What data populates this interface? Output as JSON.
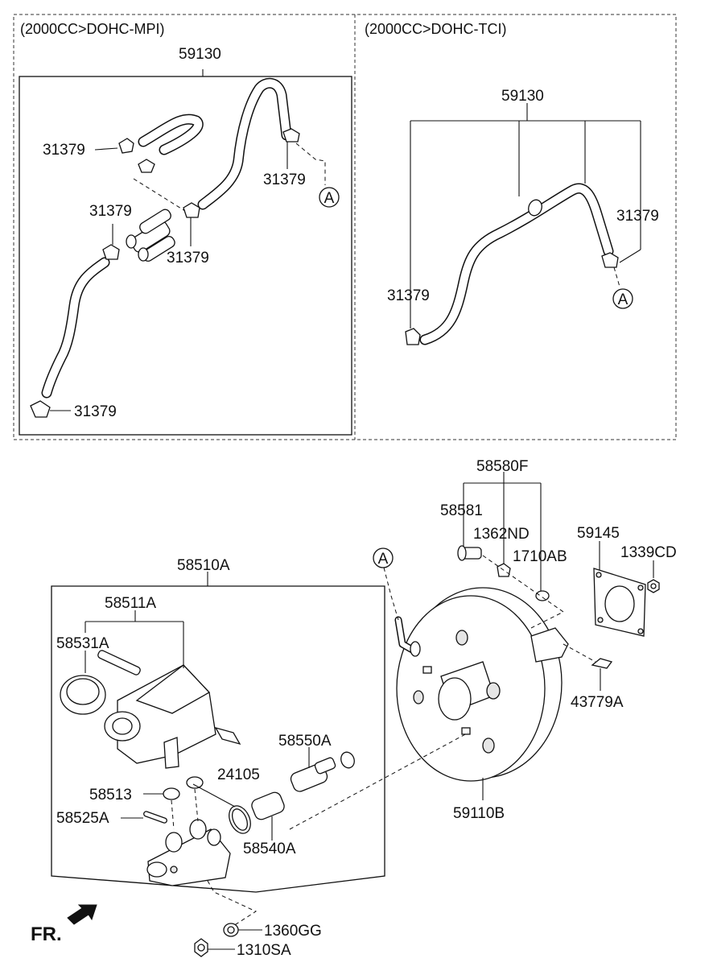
{
  "panels": {
    "mpi_title": "(2000CC>DOHC-MPI)",
    "tci_title": "(2000CC>DOHC-TCI)"
  },
  "labels": {
    "mpi_hose": "59130",
    "mpi_clamp_1": "31379",
    "mpi_clamp_2": "31379",
    "mpi_clamp_3": "31379",
    "mpi_clamp_4": "31379",
    "mpi_clamp_5": "31379",
    "tci_hose": "59130",
    "tci_clamp_right": "31379",
    "tci_clamp_left": "31379",
    "ref_a": "A",
    "check_valve_kit": "58580F",
    "check_valve": "58581",
    "grommet": "1362ND",
    "o_ring": "1710AB",
    "gasket": "59145",
    "nut_booster": "1339CD",
    "clevis_pin": "43779A",
    "booster": "59110B",
    "master_cylinder": "58510A",
    "reservoir": "58511A",
    "reservoir_cap": "58531A",
    "piston_kit": "58550A",
    "seal_ring": "24105",
    "reservoir_seal": "58513",
    "pin": "58525A",
    "secondary_piston": "58540A",
    "washer": "1360GG",
    "nut_mc": "1310SA",
    "front_indicator": "FR."
  }
}
